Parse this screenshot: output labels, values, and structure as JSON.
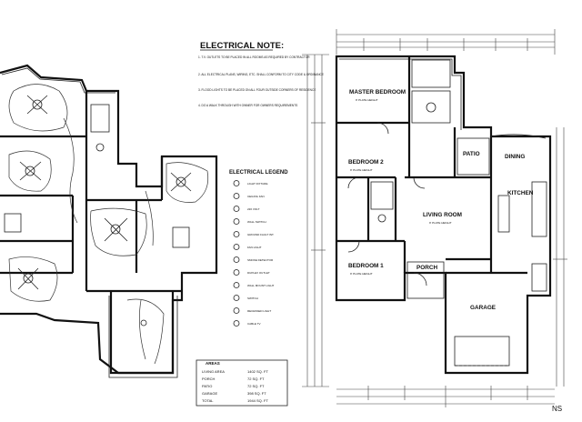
{
  "left_sheet": {
    "title": "ELECTRICAL NOTE:",
    "notes": [
      "1. T.V. OUTLETS TO BE PLACED IN ALL ROOMS AS REQUIRED BY CONTRACTOR",
      "2. ALL ELECTRICAL PLANS, WIRING, ETC. SHALL CONFORM TO CITY CODE & ORDINANCE",
      "3. FLOOD LIGHTS TO BE PLACED ON ALL FOUR OUTSIDE CORNERS OF RESIDENCE",
      "4. DO A WALK THROUGH WITH OWNER FOR OWNERS REQUIREMENTS"
    ],
    "legend_title": "ELECTRICAL LEGEND",
    "legend_items": [
      "LIGHT FIXTURE",
      "CEILING FAN",
      "220 VOLT",
      "WALL SWITCH",
      "GROUND FAULT INT.",
      "FAN LIGHT",
      "SMOKE DETECTOR",
      "DUPLEX OUTLET",
      "WALL MOUNT LIGHT",
      "SWITCH",
      "RECESSED LIGHT",
      "CABLE TV"
    ],
    "areas": {
      "title": "AREAS",
      "rows": [
        {
          "label": "LIVING AREA",
          "value": "1402 SQ. FT"
        },
        {
          "label": "PORCH",
          "value": "72 SQ. FT"
        },
        {
          "label": "PATIO",
          "value": "72 SQ. FT"
        },
        {
          "label": "GARAGE",
          "value": "398 SQ. FT"
        },
        {
          "label": "TOTAL",
          "value": "1944 SQ. FT"
        }
      ]
    }
  },
  "right_sheet": {
    "rooms": {
      "master": "MASTER BEDROOM",
      "bed2": "BEDROOM 2",
      "bed1": "BEDROOM 1",
      "living": "LIVING ROOM",
      "patio": "PATIO",
      "dining": "DINING",
      "kitchen": "KITCHEN",
      "porch": "PORCH",
      "garage": "GARAGE"
    },
    "ceiling_note": "9' PLATE HEIGHT"
  },
  "watermark": "NS"
}
